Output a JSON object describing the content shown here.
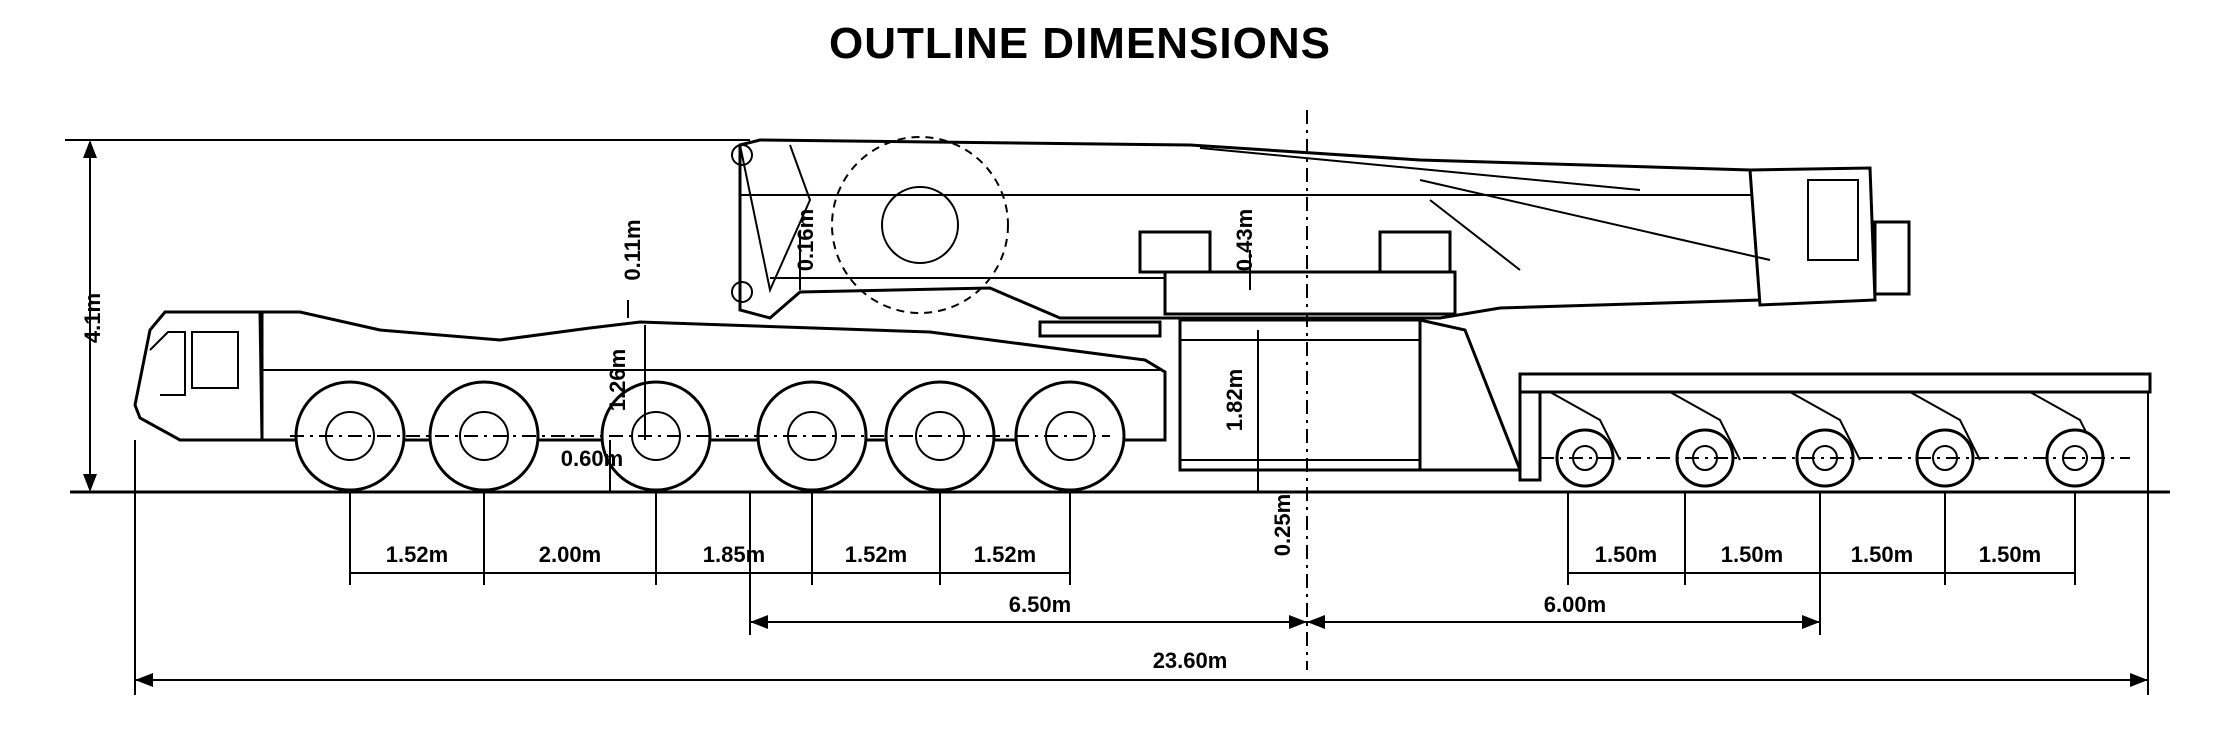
{
  "title": "OUTLINE DIMENSIONS",
  "dimensions": {
    "overall_height": "4.1m",
    "overall_length": "23.60m",
    "left_span": "6.50m",
    "right_span": "6.00m",
    "axle_spacing_1": "1.52m",
    "axle_spacing_2": "2.00m",
    "axle_spacing_3": "1.85m",
    "axle_spacing_4": "1.52m",
    "axle_spacing_5": "1.52m",
    "trailer_spacing_1": "1.50m",
    "trailer_spacing_2": "1.50m",
    "trailer_spacing_3": "1.50m",
    "trailer_spacing_4": "1.50m",
    "deck_height": "1.26m",
    "wheel_radius": "0.60m",
    "mast_offset": "0.11m",
    "pivot_height": "0.16m",
    "boom_clearance": "0.43m",
    "base_height": "1.82m",
    "ground_clearance": "0.25m"
  }
}
